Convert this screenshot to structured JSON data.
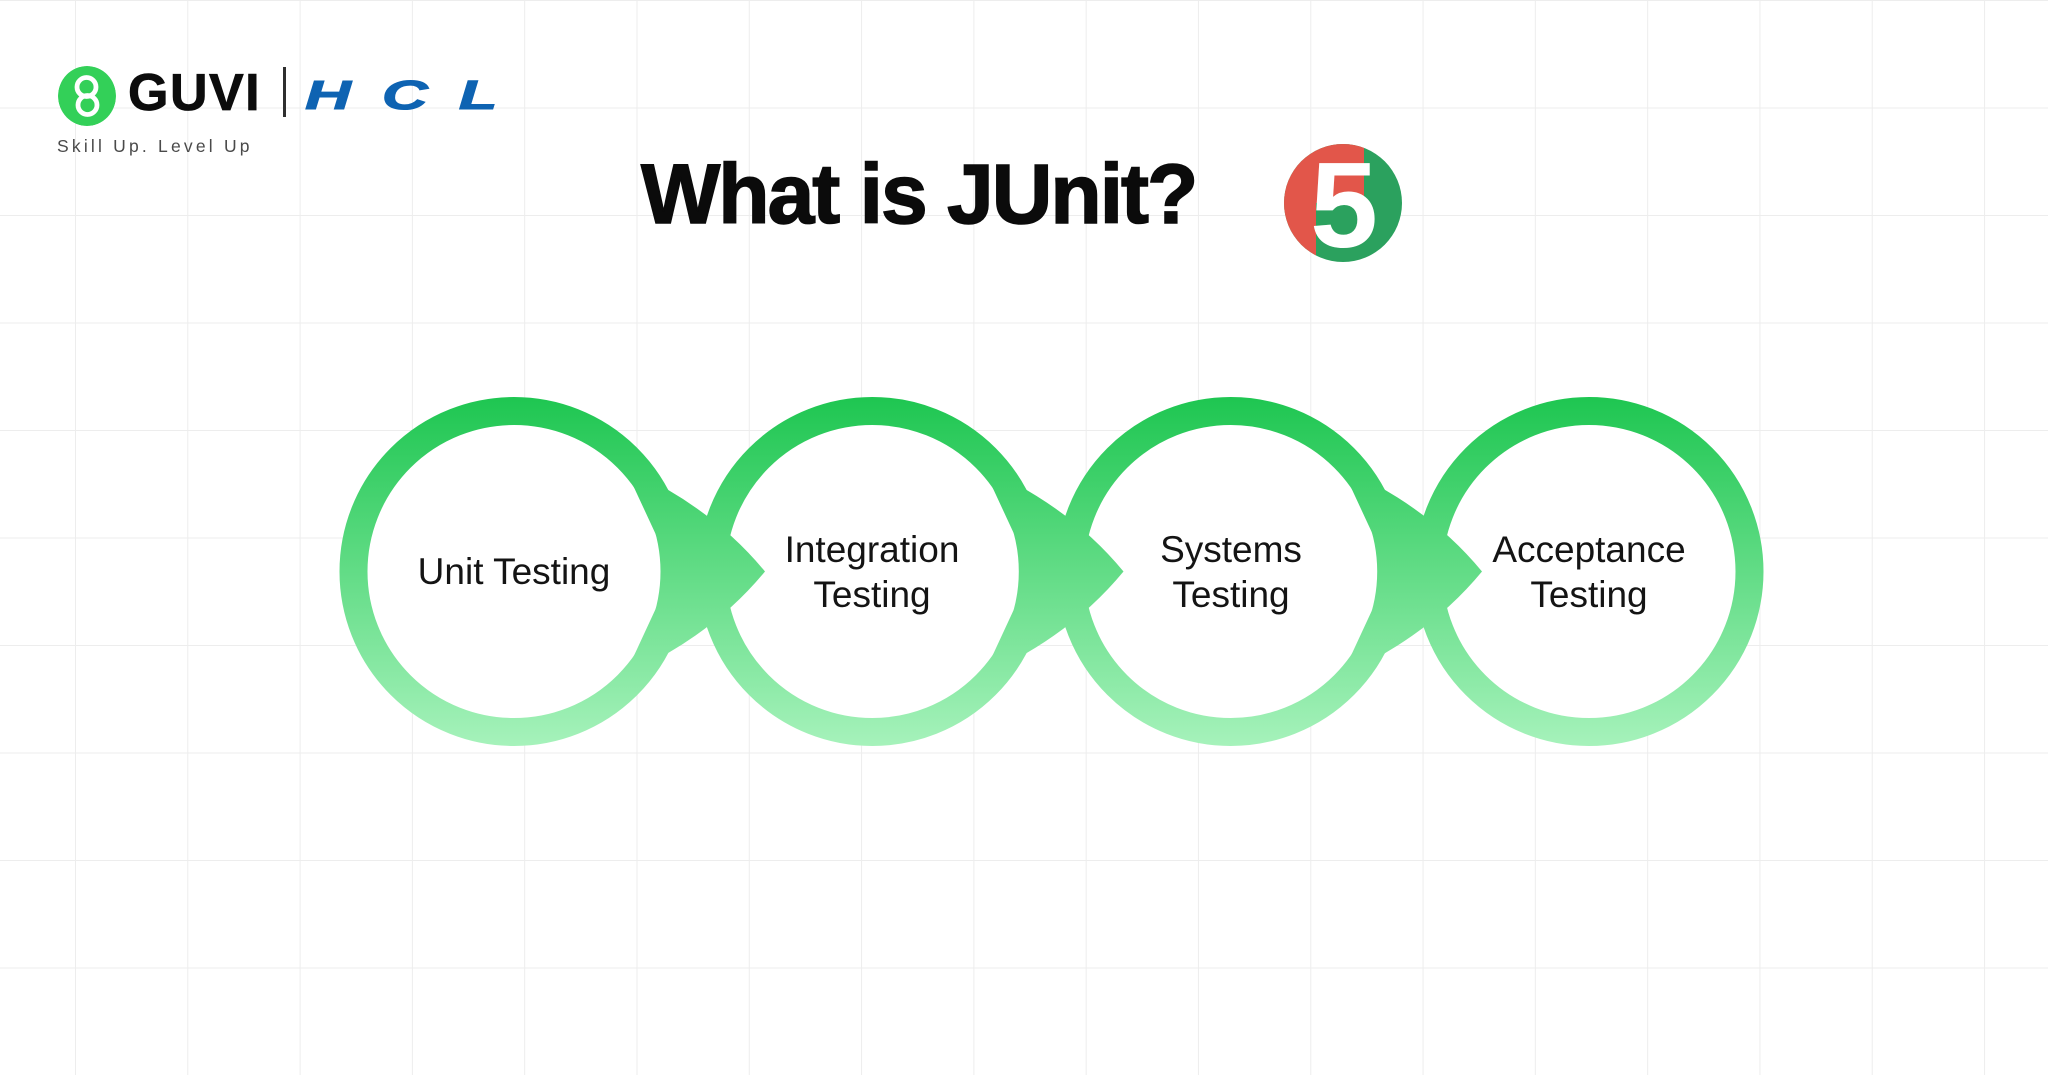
{
  "header": {
    "brand": "GUVI",
    "partner": "HCL",
    "tagline": "Skill Up. Level Up"
  },
  "title": {
    "text": "What is JUnit?",
    "junit_version": "5"
  },
  "stages": [
    {
      "label": "Unit Testing",
      "line1": "Unit Testing",
      "line2": ""
    },
    {
      "label": "Integration Testing",
      "line1": "Integration",
      "line2": "Testing"
    },
    {
      "label": "Systems Testing",
      "line1": "Systems",
      "line2": "Testing"
    },
    {
      "label": "Acceptance Testing",
      "line1": "Acceptance",
      "line2": "Testing"
    }
  ],
  "colors": {
    "ring_gradient_top": "#1ec651",
    "ring_gradient_bottom": "#a6f2bb",
    "guvi_green": "#33d058",
    "hcl_blue": "#0e63b2",
    "junit_green": "#2ba15e",
    "junit_red": "#e2564a",
    "grid_line": "#ededed",
    "text_dark": "#0b0b0b"
  }
}
